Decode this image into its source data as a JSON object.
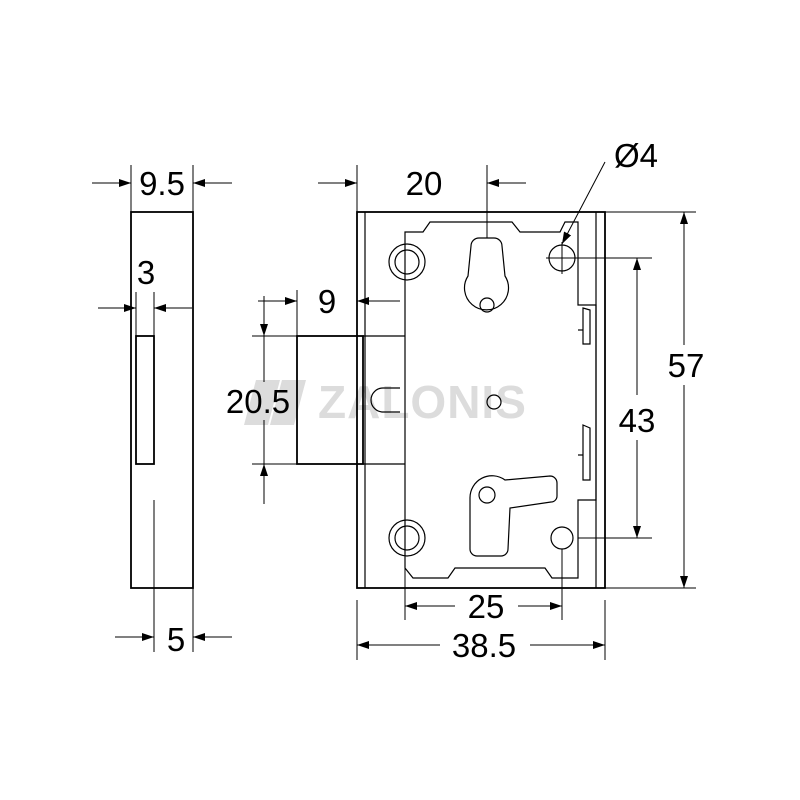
{
  "diagram": {
    "watermark": "ZALONIS",
    "dimensions": {
      "side_width": "9.5",
      "slot_width": "3",
      "slot_offset": "5",
      "bolt_projection": "9",
      "bolt_height": "20.5",
      "keyhole_offset": "20",
      "hole_diameter": "Ø4",
      "body_height": "57",
      "hole_spacing_vertical": "43",
      "hole_spacing_horizontal": "25",
      "body_width": "38.5"
    }
  }
}
